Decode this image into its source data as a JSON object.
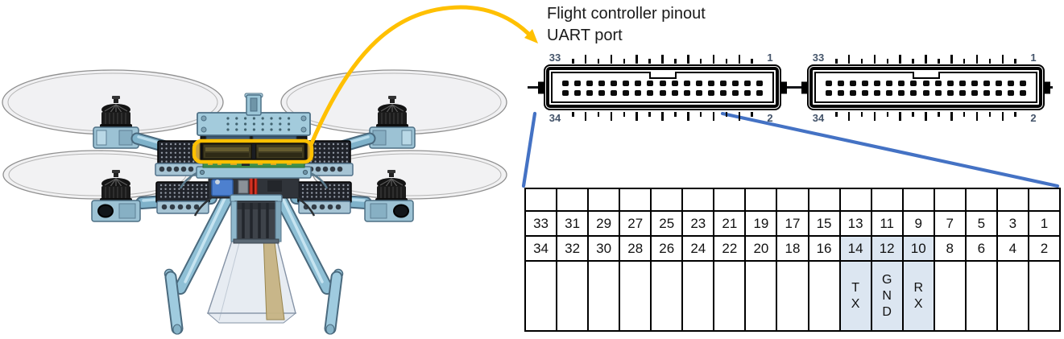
{
  "title": {
    "line1": "Flight controller pinout",
    "line2": "UART port"
  },
  "colors": {
    "accent_gold": "#FFC000",
    "zoom_line_blue": "#4472C4",
    "pin_number_text": "#44546A",
    "cell_highlight": "#DCE6F1",
    "table_border": "#000000",
    "connector_black": "#0B0B0B",
    "drone_body_blue": "#9CC6D8",
    "title_text": "#1A1A1A"
  },
  "connectors": [
    {
      "id": "left",
      "top_left_pin": "33",
      "top_right_pin": "1",
      "bottom_left_pin": "34",
      "bottom_right_pin": "2",
      "tick_marks_between": 15,
      "pin_dot_rows": 2,
      "pin_dots_per_row": 17
    },
    {
      "id": "right",
      "top_left_pin": "33",
      "top_right_pin": "1",
      "bottom_left_pin": "34",
      "bottom_right_pin": "2",
      "tick_marks_between": 15,
      "pin_dot_rows": 2,
      "pin_dots_per_row": 17
    }
  ],
  "pinout_table": {
    "columns": 17,
    "odd_pin_row": [
      "33",
      "31",
      "29",
      "27",
      "25",
      "23",
      "21",
      "19",
      "17",
      "15",
      "13",
      "11",
      "9",
      "7",
      "5",
      "3",
      "1"
    ],
    "even_pin_row": [
      "34",
      "32",
      "30",
      "28",
      "26",
      "24",
      "22",
      "20",
      "18",
      "16",
      "14",
      "12",
      "10",
      "8",
      "6",
      "4",
      "2"
    ],
    "signal_labels": [
      {
        "column": 11,
        "pin": "14",
        "label": "TX"
      },
      {
        "column": 12,
        "pin": "12",
        "label": "GND"
      },
      {
        "column": 13,
        "pin": "10",
        "label": "RX"
      }
    ],
    "highlighted_columns": [
      11,
      12,
      13
    ]
  }
}
